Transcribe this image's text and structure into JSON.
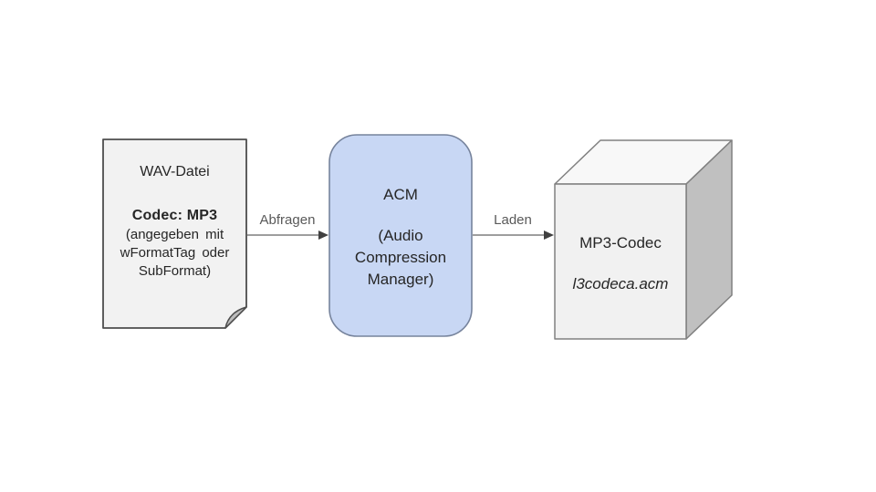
{
  "nodes": {
    "wav": {
      "title": "WAV-Datei",
      "codec": "Codec: MP3",
      "details": [
        "(angegeben mit",
        "wFormatTag oder",
        "SubFormat)"
      ]
    },
    "acm": {
      "title": "ACM",
      "subtitle": [
        "(Audio",
        "Compression",
        "Manager)"
      ]
    },
    "mp3": {
      "title": "MP3-Codec",
      "file": "l3codeca.acm"
    }
  },
  "edges": {
    "query_label": "Abfragen",
    "load_label": "Laden"
  },
  "colors": {
    "doc_fill": "#f2f2f2",
    "fold_fill": "#bcbcbc",
    "acm_fill": "#c8d7f4",
    "cube_front": "#f1f1f1",
    "cube_top": "#f8f8f8",
    "cube_side": "#c0c0c0",
    "line": "#7f7f7f",
    "arrowhead": "#404040",
    "label_text": "#595959",
    "node_text": "#262626"
  }
}
